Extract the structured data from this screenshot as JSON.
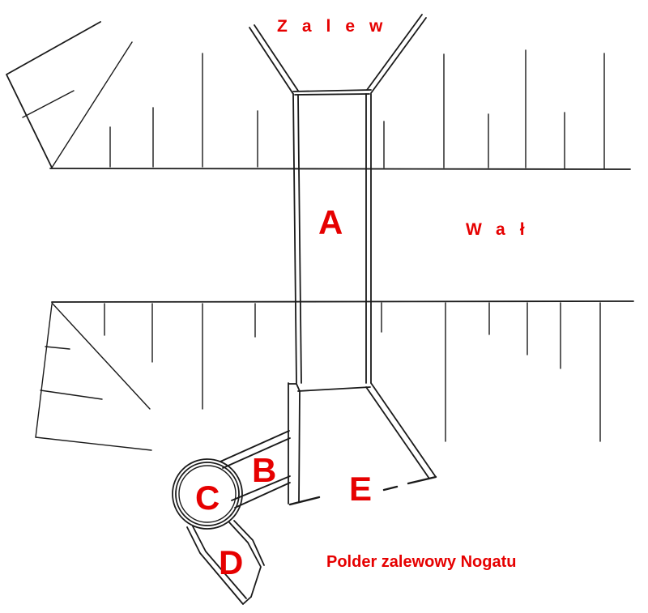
{
  "labels": {
    "zalew": "Zalew",
    "wal": "Wał",
    "a": "A",
    "b": "B",
    "c": "C",
    "d": "D",
    "e": "E",
    "caption": "Polder zalewowy Nogatu"
  },
  "colors": {
    "label": "#e60000",
    "ink": "#1a1a1a",
    "background": "#ffffff"
  }
}
